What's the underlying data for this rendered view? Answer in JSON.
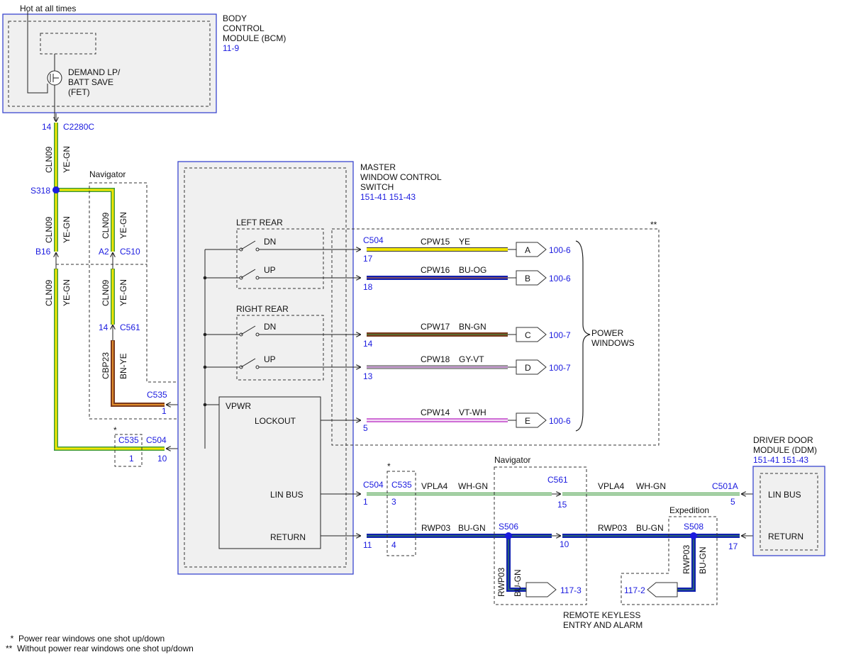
{
  "colors": {
    "connector_ref": "#1a1adf",
    "module_outline": "#3a46d0",
    "ye": "#f2e600",
    "gn": "#3f9b3f",
    "bn": "#7a3a1e",
    "bu": "#1020b0",
    "og": "#e07820",
    "gy": "#9a9a9a",
    "vt": "#cf8fe0",
    "wh": "#ffffff"
  },
  "top_label": "Hot at all times",
  "bcm": {
    "title": [
      "BODY",
      "CONTROL",
      "MODULE (BCM)"
    ],
    "ref": "11-9",
    "fet_label": [
      "DEMAND LP/",
      "BATT SAVE",
      "(FET)"
    ]
  },
  "connectors": {
    "c2280c_pin": "14",
    "c2280c": "C2280C",
    "s318": "S318",
    "b16": "B16",
    "a2": "A2",
    "c510": "C510",
    "c561_pin": "14",
    "c561": "C561",
    "c535_top": "C535",
    "c535_top_pin": "1",
    "c535_mid": "C535",
    "c535_mid_pin": "1",
    "c535_mid_star": "*",
    "c504_left": "C504",
    "c504_left_pin": "10"
  },
  "wires_left": {
    "cln09": "CLN09",
    "ye_gn": "YE-GN",
    "cbp23": "CBP23",
    "bn_ye": "BN-YE"
  },
  "navigator_label": "Navigator",
  "mwcs": {
    "title": [
      "MASTER",
      "WINDOW CONTROL",
      "SWITCH"
    ],
    "refs": "151-41  151-43",
    "left_rear": "LEFT REAR",
    "right_rear": "RIGHT REAR",
    "dn": "DN",
    "up": "UP",
    "vpwr": "VPWR",
    "lockout": "LOCKOUT",
    "lin_bus": "LIN BUS",
    "return": "RETURN"
  },
  "power_windows": {
    "c504": "C504",
    "double_star": "**",
    "label": [
      "POWER",
      "WINDOWS"
    ],
    "rows": [
      {
        "pin": "17",
        "circuit": "CPW15",
        "color": "YE",
        "flag": "A",
        "ref": "100-6"
      },
      {
        "pin": "18",
        "circuit": "CPW16",
        "color": "BU-OG",
        "flag": "B",
        "ref": "100-6"
      },
      {
        "pin": "14",
        "circuit": "CPW17",
        "color": "BN-GN",
        "flag": "C",
        "ref": "100-7"
      },
      {
        "pin": "13",
        "circuit": "CPW18",
        "color": "GY-VT",
        "flag": "D",
        "ref": "100-7"
      },
      {
        "pin": "5",
        "circuit": "CPW14",
        "color": "VT-WH",
        "flag": "E",
        "ref": "100-6"
      }
    ]
  },
  "bus": {
    "c504": "C504",
    "c504_pin_lin": "1",
    "c504_pin_ret": "11",
    "c535": "C535",
    "c535_star": "*",
    "c535_pin_lin": "3",
    "c535_pin_ret": "4",
    "vpla4": "VPLA4",
    "wh_gn": "WH-GN",
    "rwp03": "RWP03",
    "bu_gn": "BU-GN",
    "navigator": "Navigator",
    "c561": "C561",
    "c561_pin_lin": "15",
    "c561_pin_ret": "10",
    "s506": "S506",
    "s508": "S508",
    "expedition": "Expedition",
    "c501a": "C501A",
    "c501a_pin_lin": "5",
    "c501a_pin_ret": "17",
    "ref_117_3": "117-3",
    "ref_117_2": "117-2",
    "rke_label": [
      "REMOTE KEYLESS",
      "ENTRY AND ALARM"
    ]
  },
  "ddm": {
    "title": [
      "DRIVER DOOR",
      "MODULE (DDM)"
    ],
    "refs": "151-41  151-43",
    "lin_bus": "LIN BUS",
    "return": "RETURN"
  },
  "footnotes": [
    "  *  Power rear windows one shot up/down",
    "**  Without power rear windows one shot up/down"
  ]
}
